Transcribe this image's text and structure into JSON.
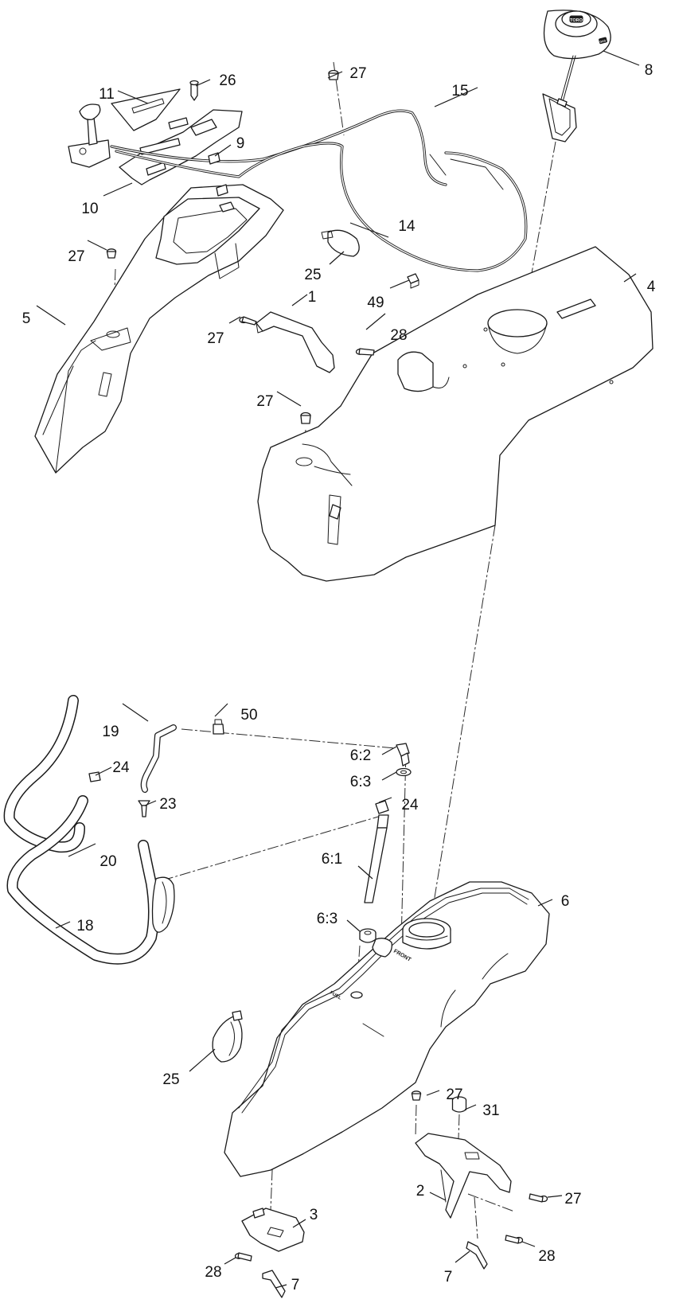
{
  "diagram": {
    "callouts": {
      "c1": "1",
      "c2": "2",
      "c3": "3",
      "c4": "4",
      "c5": "5",
      "c6": "6",
      "c7a": "7",
      "c7b": "7",
      "c8": "8",
      "c9": "9",
      "c10": "10",
      "c11": "11",
      "c14": "14",
      "c15": "15",
      "c18": "18",
      "c19": "19",
      "c20": "20",
      "c23": "23",
      "c24a": "24",
      "c24b": "24",
      "c25a": "25",
      "c25b": "25",
      "c26": "26",
      "c27a": "27",
      "c27b": "27",
      "c27c": "27",
      "c27d": "27",
      "c27e": "27",
      "c27f": "27",
      "c28a": "28",
      "c28b": "28",
      "c28c": "28",
      "c31": "31",
      "c49": "49",
      "c50": "50",
      "c6_1": "6:1",
      "c6_2": "6:2",
      "c6_3a": "6:3",
      "c6_3b": "6:3"
    },
    "stamps": {
      "cap_logo": "TORO",
      "cap_side": "GAS",
      "tank_front": "FRONT",
      "tank_fuel": "FUEL"
    }
  }
}
